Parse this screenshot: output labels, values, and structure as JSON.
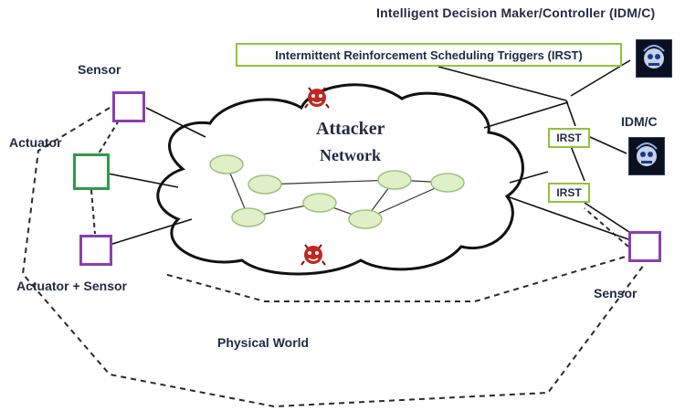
{
  "title": "Intelligent Decision Maker/Controller (IDM/C)",
  "irst_banner": "Intermittent Reinforcement Scheduling Triggers (IRST)",
  "idm_short": "IDM/C",
  "irst_box_1": "IRST",
  "irst_box_2": "IRST",
  "cloud_line_1": "Attacker",
  "cloud_line_2": "Network",
  "sensor_left": "Sensor",
  "actuator": "Actuator",
  "actuator_sensor": "Actuator + Sensor",
  "sensor_right": "Sensor",
  "physical_world": "Physical World",
  "colors": {
    "sensor_box": "#8a3fb0",
    "actuator_box": "#2e9a4c",
    "irst_border": "#8fc43a",
    "network_node": "#dff0c8",
    "attacker": "#c0281e",
    "text": "#1f2a44"
  },
  "icons": {
    "controller": "robot-head-icon",
    "attacker": "devil-bug-icon"
  }
}
